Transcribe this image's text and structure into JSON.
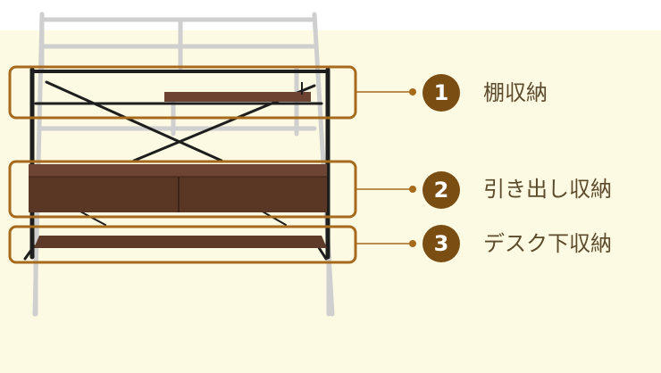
{
  "colors": {
    "callout": "#a66a1c",
    "badge": "#7a4d12",
    "wood": "#6b4330",
    "steel": "#1e1e1e",
    "ghost": "#cfcfcf",
    "background": "#fdfae3"
  },
  "callouts": [
    {
      "number": "1",
      "label": "棚収納"
    },
    {
      "number": "2",
      "label": "引き出し収納"
    },
    {
      "number": "3",
      "label": "デスク下収納"
    }
  ]
}
